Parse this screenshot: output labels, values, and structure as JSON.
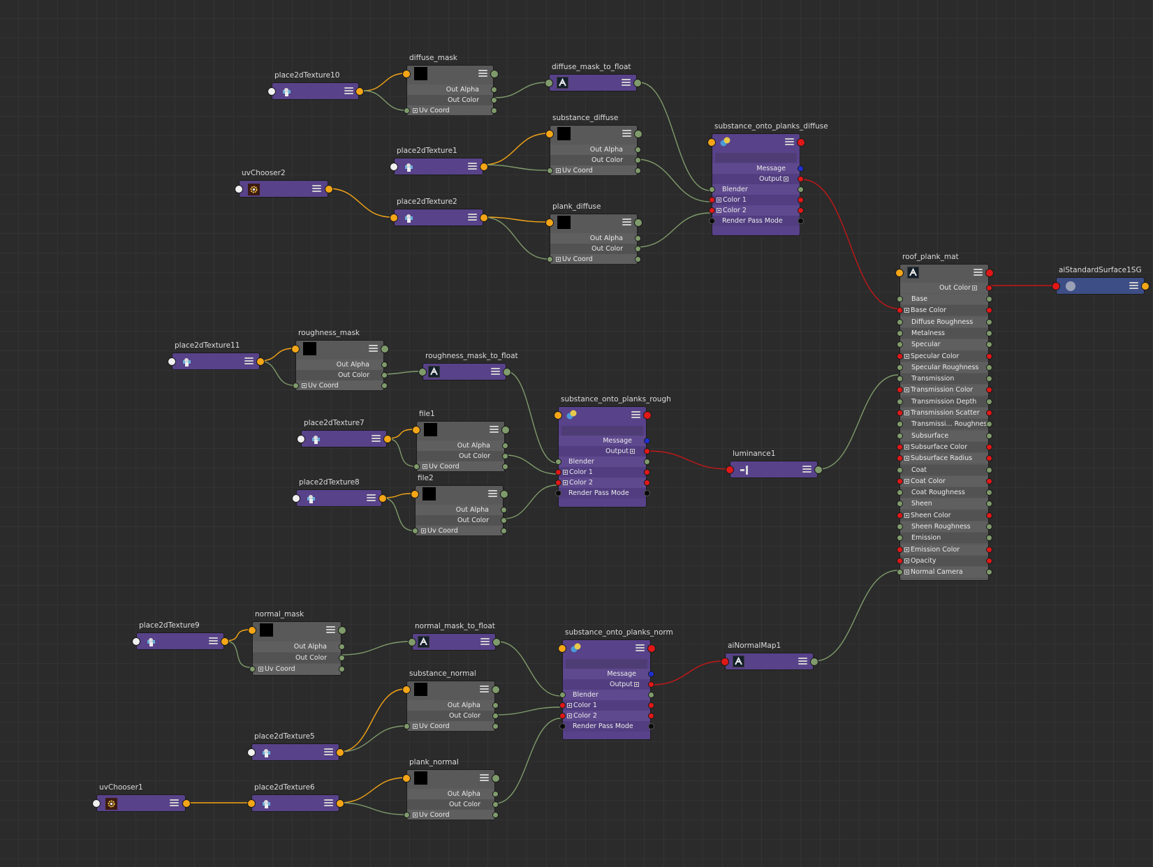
{
  "app": {
    "view": "Hypershade node editor"
  },
  "nodes": {
    "place2dTexture10": {
      "name": "place2dTexture10"
    },
    "diffuse_mask": {
      "name": "diffuse_mask",
      "out_alpha": "Out Alpha",
      "out_color": "Out Color",
      "uv_coord": "Uv Coord"
    },
    "diffuse_mask_to_float": {
      "name": "diffuse_mask_to_float"
    },
    "substance_diffuse": {
      "name": "substance_diffuse",
      "out_alpha": "Out Alpha",
      "out_color": "Out Color",
      "uv_coord": "Uv Coord"
    },
    "place2dTexture1": {
      "name": "place2dTexture1"
    },
    "uvChooser2": {
      "name": "uvChooser2"
    },
    "place2dTexture2": {
      "name": "place2dTexture2"
    },
    "plank_diffuse": {
      "name": "plank_diffuse",
      "out_alpha": "Out Alpha",
      "out_color": "Out Color",
      "uv_coord": "Uv Coord"
    },
    "substance_onto_planks_diffuse": {
      "name": "substance_onto_planks_diffuse",
      "message": "Message",
      "output": "Output",
      "blender": "Blender",
      "color1": "Color 1",
      "color2": "Color 2",
      "render_pass_mode": "Render Pass Mode"
    },
    "roof_plank_mat": {
      "name": "roof_plank_mat",
      "out_color": "Out Color",
      "attributes": [
        "Base",
        "Base Color",
        "Diffuse Roughness",
        "Metalness",
        "Specular",
        "Specular Color",
        "Specular Roughness",
        "Transmission",
        "Transmission Color",
        "Transmission Depth",
        "Transmission Scatter",
        "Transmissi... Roughness",
        "Subsurface",
        "Subsurface Color",
        "Subsurface Radius",
        "Coat",
        "Coat Color",
        "Coat Roughness",
        "Sheen",
        "Sheen Color",
        "Sheen Roughness",
        "Emission",
        "Emission Color",
        "Opacity",
        "Normal Camera"
      ]
    },
    "aiStandardSurface1SG": {
      "name": "aiStandardSurface1SG"
    },
    "place2dTexture11": {
      "name": "place2dTexture11"
    },
    "roughness_mask": {
      "name": "roughness_mask",
      "out_alpha": "Out Alpha",
      "out_color": "Out Color",
      "uv_coord": "Uv Coord"
    },
    "roughness_mask_to_float": {
      "name": "roughness_mask_to_float"
    },
    "place2dTexture7": {
      "name": "place2dTexture7"
    },
    "file1": {
      "name": "file1",
      "out_alpha": "Out Alpha",
      "out_color": "Out Color",
      "uv_coord": "Uv Coord"
    },
    "place2dTexture8": {
      "name": "place2dTexture8"
    },
    "file2": {
      "name": "file2",
      "out_alpha": "Out Alpha",
      "out_color": "Out Color",
      "uv_coord": "Uv Coord"
    },
    "substance_onto_planks_rough": {
      "name": "substance_onto_planks_rough",
      "message": "Message",
      "output": "Output",
      "blender": "Blender",
      "color1": "Color 1",
      "color2": "Color 2",
      "render_pass_mode": "Render Pass Mode"
    },
    "luminance1": {
      "name": "luminance1"
    },
    "place2dTexture9": {
      "name": "place2dTexture9"
    },
    "normal_mask": {
      "name": "normal_mask",
      "out_alpha": "Out Alpha",
      "out_color": "Out Color",
      "uv_coord": "Uv Coord"
    },
    "normal_mask_to_float": {
      "name": "normal_mask_to_float"
    },
    "substance_normal": {
      "name": "substance_normal",
      "out_alpha": "Out Alpha",
      "out_color": "Out Color",
      "uv_coord": "Uv Coord"
    },
    "place2dTexture5": {
      "name": "place2dTexture5"
    },
    "uvChooser1": {
      "name": "uvChooser1"
    },
    "place2dTexture6": {
      "name": "place2dTexture6"
    },
    "plank_normal": {
      "name": "plank_normal",
      "out_alpha": "Out Alpha",
      "out_color": "Out Color",
      "uv_coord": "Uv Coord"
    },
    "substance_onto_planks_norm": {
      "name": "substance_onto_planks_norm",
      "message": "Message",
      "output": "Output",
      "blender": "Blender",
      "color1": "Color 1",
      "color2": "Color 2",
      "render_pass_mode": "Render Pass Mode"
    },
    "aiNormalMap1": {
      "name": "aiNormalMap1"
    }
  },
  "colors": {
    "background": "#2b2b2b",
    "node_purple": "#58428a",
    "node_gray": "#595959",
    "node_blue": "#3d4d86",
    "wire_orange": "#f5a617",
    "wire_green": "#7f9b6b",
    "wire_red": "#c21818"
  }
}
